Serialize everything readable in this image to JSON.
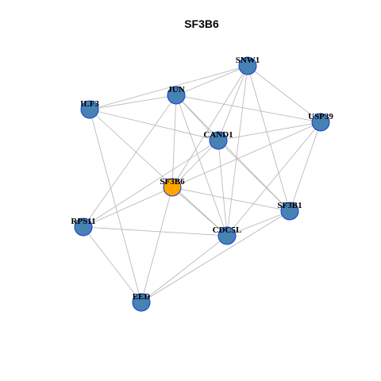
{
  "title": "SF3B6",
  "colors": {
    "node_default": "#4682b4",
    "node_focus": "#ffa500",
    "node_border": "#1a3bd6",
    "edge": "#b3b3b3"
  },
  "nodes": [
    {
      "id": "SNW1",
      "label": "SNW1",
      "focus": false
    },
    {
      "id": "JUN",
      "label": "JUN",
      "focus": false
    },
    {
      "id": "ILF3",
      "label": "ILF3",
      "focus": false
    },
    {
      "id": "USP39",
      "label": "USP39",
      "focus": false
    },
    {
      "id": "CAND1",
      "label": "CAND1",
      "focus": false
    },
    {
      "id": "SF3B6",
      "label": "SF3B6",
      "focus": true
    },
    {
      "id": "SF3B1",
      "label": "SF3B1",
      "focus": false
    },
    {
      "id": "RPS11",
      "label": "RPS11",
      "focus": false
    },
    {
      "id": "CDC5L",
      "label": "CDC5L",
      "focus": false
    },
    {
      "id": "EED",
      "label": "EED",
      "focus": false
    }
  ],
  "edges": [
    [
      "SNW1",
      "JUN"
    ],
    [
      "SNW1",
      "ILF3"
    ],
    [
      "SNW1",
      "USP39"
    ],
    [
      "SNW1",
      "CAND1"
    ],
    [
      "SNW1",
      "SF3B6"
    ],
    [
      "SNW1",
      "SF3B1"
    ],
    [
      "SNW1",
      "CDC5L"
    ],
    [
      "JUN",
      "ILF3"
    ],
    [
      "JUN",
      "USP39"
    ],
    [
      "JUN",
      "SF3B6"
    ],
    [
      "JUN",
      "SF3B1"
    ],
    [
      "JUN",
      "RPS11"
    ],
    [
      "JUN",
      "CDC5L"
    ],
    [
      "JUN",
      "CAND1"
    ],
    [
      "ILF3",
      "CAND1"
    ],
    [
      "ILF3",
      "CDC5L"
    ],
    [
      "ILF3",
      "EED"
    ],
    [
      "USP39",
      "CAND1"
    ],
    [
      "USP39",
      "SF3B6"
    ],
    [
      "USP39",
      "SF3B1"
    ],
    [
      "USP39",
      "CDC5L"
    ],
    [
      "CAND1",
      "SF3B6"
    ],
    [
      "CAND1",
      "SF3B1"
    ],
    [
      "CAND1",
      "RPS11"
    ],
    [
      "CAND1",
      "CDC5L"
    ],
    [
      "SF3B6",
      "SF3B1"
    ],
    [
      "SF3B6",
      "CDC5L"
    ],
    [
      "SF3B6",
      "RPS11"
    ],
    [
      "SF3B6",
      "EED"
    ],
    [
      "SF3B1",
      "EED"
    ],
    [
      "SF3B1",
      "CDC5L"
    ],
    [
      "RPS11",
      "CDC5L"
    ],
    [
      "RPS11",
      "EED"
    ],
    [
      "CDC5L",
      "EED"
    ]
  ]
}
